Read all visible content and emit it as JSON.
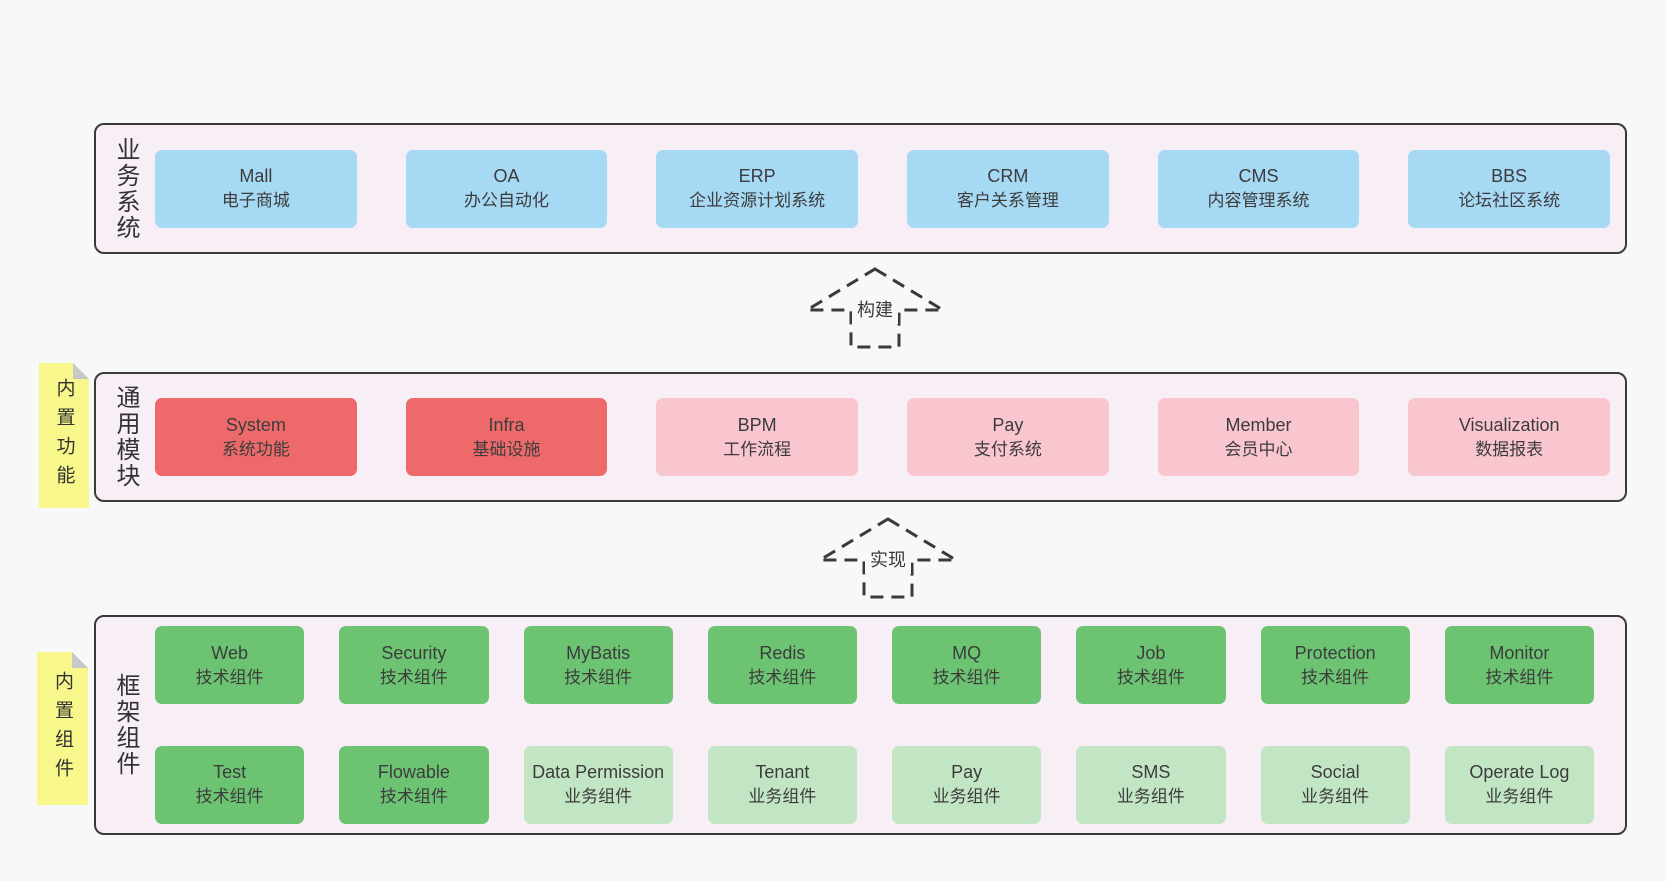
{
  "page": {
    "background": "#f8f8f8"
  },
  "palette": {
    "container_bg": "#f8eef6",
    "container_border": "#3a3a3a",
    "blue": "#a6d9f4",
    "red": "#ee6a6a",
    "pink": "#f9c6d0",
    "green": "#6cc473",
    "green_light": "#c2e6c4",
    "note_yellow": "#f7f78c",
    "text": "#3c3c3c"
  },
  "arrows": [
    {
      "id": "build",
      "label": "构建"
    },
    {
      "id": "implement",
      "label": "实现"
    }
  ],
  "notes": [
    {
      "id": "builtin-features",
      "label": "内置功能"
    },
    {
      "id": "builtin-components",
      "label": "内置组件"
    }
  ],
  "layers": {
    "business": {
      "label": "业务系统",
      "boxes": [
        {
          "name": "Mall",
          "desc": "电子商城",
          "variant": "blue"
        },
        {
          "name": "OA",
          "desc": "办公自动化",
          "variant": "blue"
        },
        {
          "name": "ERP",
          "desc": "企业资源计划系统",
          "variant": "blue"
        },
        {
          "name": "CRM",
          "desc": "客户关系管理",
          "variant": "blue"
        },
        {
          "name": "CMS",
          "desc": "内容管理系统",
          "variant": "blue"
        },
        {
          "name": "BBS",
          "desc": "论坛社区系统",
          "variant": "blue"
        }
      ]
    },
    "modules": {
      "label": "通用模块",
      "boxes": [
        {
          "name": "System",
          "desc": "系统功能",
          "variant": "red"
        },
        {
          "name": "Infra",
          "desc": "基础设施",
          "variant": "red"
        },
        {
          "name": "BPM",
          "desc": "工作流程",
          "variant": "pink"
        },
        {
          "name": "Pay",
          "desc": "支付系统",
          "variant": "pink"
        },
        {
          "name": "Member",
          "desc": "会员中心",
          "variant": "pink"
        },
        {
          "name": "Visualization",
          "desc": "数据报表",
          "variant": "pink"
        }
      ]
    },
    "components": {
      "label": "框架组件",
      "rows": [
        [
          {
            "name": "Web",
            "desc": "技术组件",
            "variant": "green"
          },
          {
            "name": "Security",
            "desc": "技术组件",
            "variant": "green"
          },
          {
            "name": "MyBatis",
            "desc": "技术组件",
            "variant": "green"
          },
          {
            "name": "Redis",
            "desc": "技术组件",
            "variant": "green"
          },
          {
            "name": "MQ",
            "desc": "技术组件",
            "variant": "green"
          },
          {
            "name": "Job",
            "desc": "技术组件",
            "variant": "green"
          },
          {
            "name": "Protection",
            "desc": "技术组件",
            "variant": "green"
          },
          {
            "name": "Monitor",
            "desc": "技术组件",
            "variant": "green"
          }
        ],
        [
          {
            "name": "Test",
            "desc": "技术组件",
            "variant": "green"
          },
          {
            "name": "Flowable",
            "desc": "技术组件",
            "variant": "green"
          },
          {
            "name": "Data Permission",
            "desc": "业务组件",
            "variant": "green-light"
          },
          {
            "name": "Tenant",
            "desc": "业务组件",
            "variant": "green-light"
          },
          {
            "name": "Pay",
            "desc": "业务组件",
            "variant": "green-light"
          },
          {
            "name": "SMS",
            "desc": "业务组件",
            "variant": "green-light"
          },
          {
            "name": "Social",
            "desc": "业务组件",
            "variant": "green-light"
          },
          {
            "name": "Operate Log",
            "desc": "业务组件",
            "variant": "green-light"
          }
        ]
      ]
    }
  }
}
